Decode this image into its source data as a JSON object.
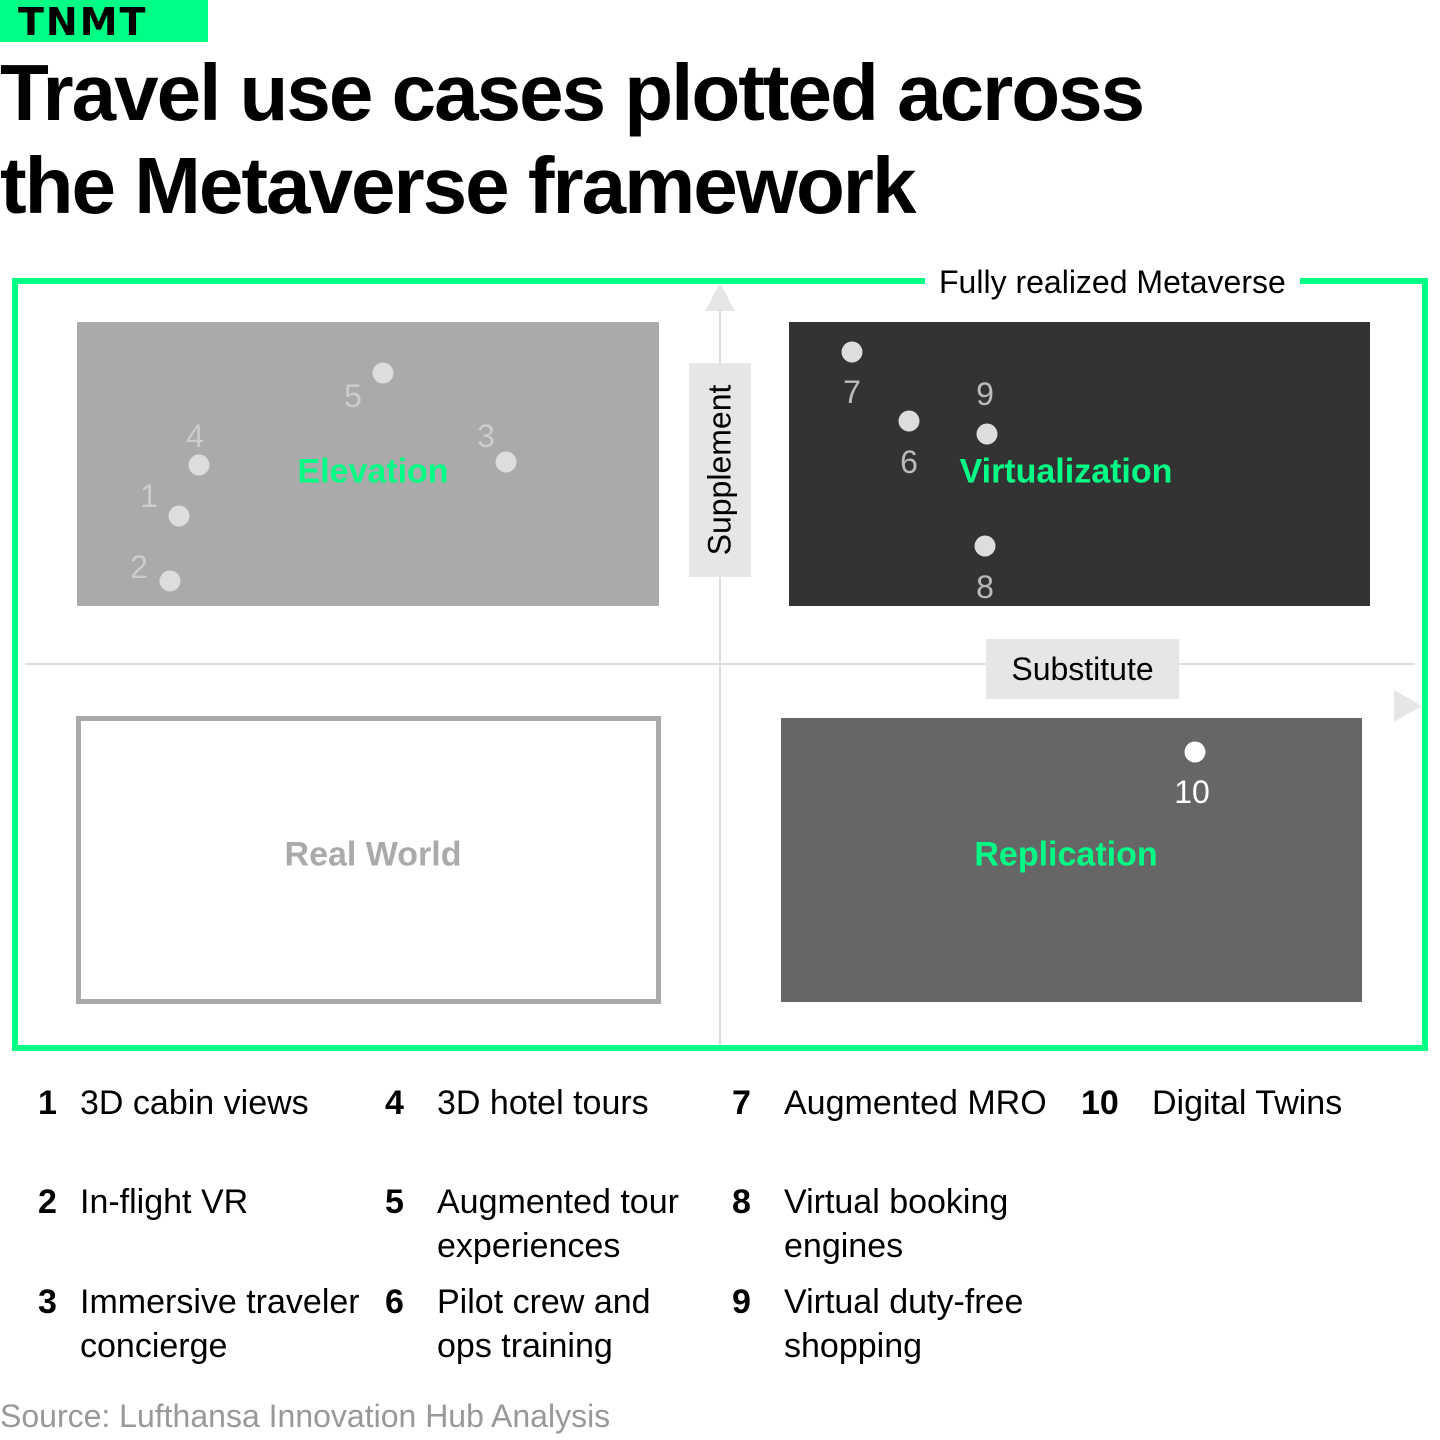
{
  "brand": "TNMT",
  "title": [
    "Travel use cases plotted across",
    "the Metaverse framework"
  ],
  "frame_label": "Fully realized Metaverse",
  "axes": {
    "y": "Supplement",
    "x": "Substitute"
  },
  "quadrants": {
    "elevation": "Elevation",
    "virtualization": "Virtualization",
    "real_world": "Real World",
    "replication": "Replication"
  },
  "colors": {
    "accent": "#00FF85",
    "elevation": "#aaaaaa",
    "virtualization": "#333333",
    "replication": "#666666"
  },
  "points": [
    "1",
    "2",
    "3",
    "4",
    "5",
    "6",
    "7",
    "8",
    "9",
    "10"
  ],
  "legend": [
    {
      "n": "1",
      "t": "3D cabin views"
    },
    {
      "n": "2",
      "t": "In-flight VR"
    },
    {
      "n": "3",
      "t": "Immersive traveler concierge"
    },
    {
      "n": "4",
      "t": "3D hotel tours"
    },
    {
      "n": "5",
      "t": "Augmented tour experiences"
    },
    {
      "n": "6",
      "t": "Pilot crew and ops training"
    },
    {
      "n": "7",
      "t": "Augmented MRO"
    },
    {
      "n": "8",
      "t": "Virtual booking engines"
    },
    {
      "n": "9",
      "t": "Virtual duty-free shopping"
    },
    {
      "n": "10",
      "t": "Digital Twins"
    }
  ],
  "source": "Source: Lufthansa Innovation Hub Analysis"
}
